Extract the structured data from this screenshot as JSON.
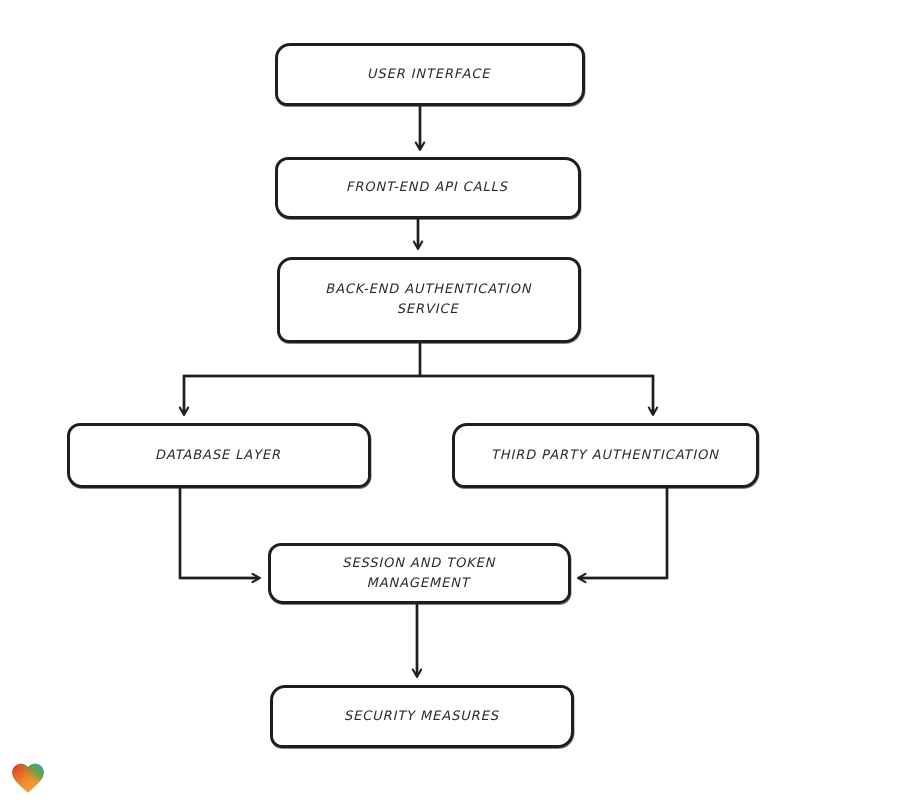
{
  "diagram": {
    "type": "flowchart",
    "nodes": [
      {
        "id": "user-interface",
        "label": "USER INTERFACE"
      },
      {
        "id": "front-end-api-calls",
        "label": "FRONT-END API CALLS"
      },
      {
        "id": "back-end-authentication-service",
        "label": "BACK-END AUTHENTICATION SERVICE"
      },
      {
        "id": "database-layer",
        "label": "DATABASE LAYER"
      },
      {
        "id": "third-party-authentication",
        "label": "THIRD PARTY AUTHENTICATION"
      },
      {
        "id": "session-and-token-management",
        "label": "SESSION AND TOKEN MANAGEMENT"
      },
      {
        "id": "security-measures",
        "label": "SECURITY MEASURES"
      }
    ],
    "edges": [
      {
        "from": "user-interface",
        "to": "front-end-api-calls"
      },
      {
        "from": "front-end-api-calls",
        "to": "back-end-authentication-service"
      },
      {
        "from": "back-end-authentication-service",
        "to": "database-layer"
      },
      {
        "from": "back-end-authentication-service",
        "to": "third-party-authentication"
      },
      {
        "from": "database-layer",
        "to": "session-and-token-management"
      },
      {
        "from": "third-party-authentication",
        "to": "session-and-token-management"
      },
      {
        "from": "session-and-token-management",
        "to": "security-measures"
      }
    ],
    "colors": {
      "stroke": "#1e1e1e",
      "node_fill": "#ffffff",
      "text": "#2a2a2a",
      "background": "#ffffff"
    },
    "logo": {
      "name": "heart-logo",
      "colors": [
        "#dd3327",
        "#f2952b",
        "#3dab52",
        "#2b9fd6"
      ]
    }
  }
}
